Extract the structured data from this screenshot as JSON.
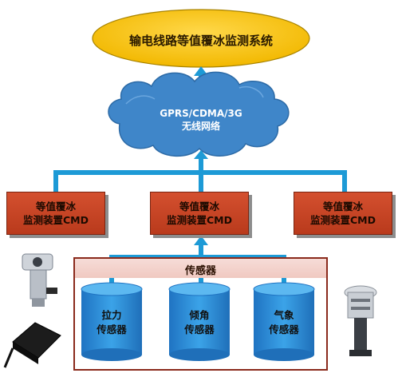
{
  "system_title": "输电线路等值覆冰监测系统",
  "network": {
    "line1": "GPRS/CDMA/3G",
    "line2": "无线网络"
  },
  "cmd_units": [
    {
      "line1": "等值覆冰",
      "line2": "监测装置CMD"
    },
    {
      "line1": "等值覆冰",
      "line2": "监测装置CMD"
    },
    {
      "line1": "等值覆冰",
      "line2": "监测装置CMD"
    }
  ],
  "sensor_group": {
    "title": "传感器",
    "sensors": [
      {
        "line1": "拉力",
        "line2": "传感器"
      },
      {
        "line1": "倾角",
        "line2": "传感器"
      },
      {
        "line1": "气象",
        "line2": "传感器"
      }
    ]
  },
  "colors": {
    "oval_fill": "#f5c400",
    "cloud_fill": "#3f86c9",
    "arrow": "#1d9ad6",
    "cmd_fill": "#c4441f",
    "cylinder_fill": "#2a90d8",
    "frame_border": "#8a2a1c"
  }
}
